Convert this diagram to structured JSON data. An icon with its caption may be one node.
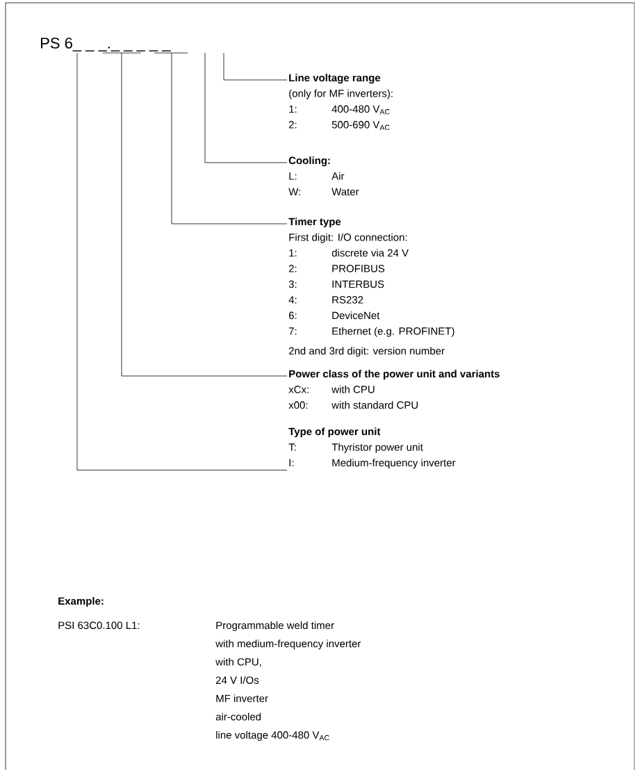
{
  "diagram": {
    "nodes": [
      {
        "text": [
          "PS 6_ _ _._ _ _ _ _"
        ]
      },
      {
        "text": [
          "Line voltage range",
          "(only for MF inverters):",
          "1:",
          "400-480 V$_{AC}$",
          "2:",
          "500-690 V$_{AC}$"
        ]
      },
      {
        "text": [
          "Cooling:",
          "L:",
          "Air",
          "W:",
          "Water"
        ]
      },
      {
        "text": [
          "Timer type",
          "First digit: I/O connection:",
          "1:",
          "discrete via 24 V",
          "2:",
          "PROFIBUS",
          "3:",
          "INTERBUS",
          "4:",
          "RS232",
          "6:",
          "DeviceNet",
          "7:",
          "Ethernet (e.g. PROFINET)",
          "2nd and 3rd digit: version number"
        ]
      },
      {
        "text": [
          "Power class of the power unit and variants",
          "xCx:",
          "with CPU",
          "x00:",
          "with standard CPU"
        ]
      },
      {
        "text": [
          "Type of power unit",
          "T:",
          "Thyristor power unit",
          "I:",
          "Medium-frequency inverter"
        ]
      }
    ],
    "edges": [
      {
        "from": 0,
        "to": 1,
        "arrow": "none"
      },
      {
        "from": 0,
        "to": 2,
        "arrow": "none"
      },
      {
        "from": 0,
        "to": 3,
        "arrow": "none"
      },
      {
        "from": 0,
        "to": 4,
        "arrow": "none"
      },
      {
        "from": 0,
        "to": 5,
        "arrow": "none"
      }
    ],
    "labels": [
      "Example:",
      "PSI 63C0.100 L1:",
      "Programmable weld timer",
      "with medium-frequency inverter",
      "with CPU,",
      "24 V I/Os",
      "MF inverter",
      "air-cooled",
      "line voltage 400-480 V$_{AC}$"
    ]
  }
}
